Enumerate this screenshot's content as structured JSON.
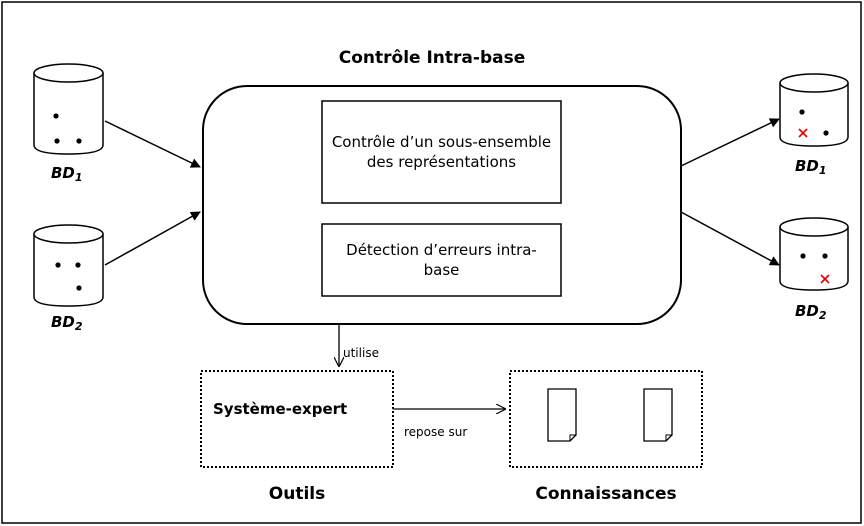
{
  "title": "Contrôle Intra-base",
  "inputs": [
    {
      "name": "BD",
      "sub": "1"
    },
    {
      "name": "BD",
      "sub": "2"
    }
  ],
  "outputs": [
    {
      "name": "BD",
      "sub": "1"
    },
    {
      "name": "BD",
      "sub": "2"
    }
  ],
  "process_boxes": [
    {
      "label": "Contrôle d’un sous-ensemble des représentations"
    },
    {
      "label": "Détection d’erreurs intra-base"
    }
  ],
  "edge_labels": {
    "uses": "utilise",
    "relies_on": "repose sur"
  },
  "expert_system": "Système-expert",
  "sections": {
    "tools": "Outils",
    "knowledge": "Connaissances"
  },
  "colors": {
    "stroke": "#000000",
    "error_mark": "#e00000"
  }
}
